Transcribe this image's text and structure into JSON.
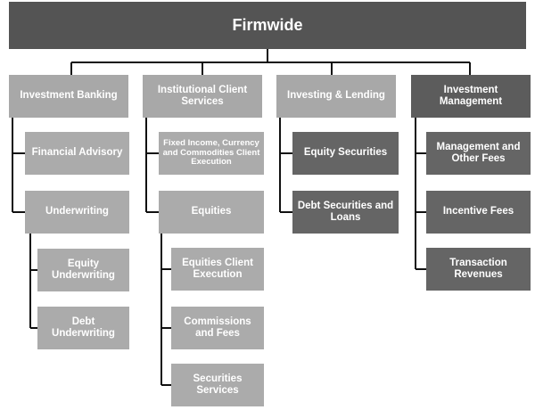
{
  "root": {
    "label": "Firmwide"
  },
  "divisions": [
    {
      "label": "Investment Banking",
      "children": [
        {
          "label": "Financial Advisory"
        },
        {
          "label": "Underwriting",
          "children": [
            {
              "label": "Equity Underwriting"
            },
            {
              "label": "Debt Underwriting"
            }
          ]
        }
      ]
    },
    {
      "label": "Institutional Client Services",
      "children": [
        {
          "label": "Fixed Income, Currency and Commodities Client Execution"
        },
        {
          "label": "Equities",
          "children": [
            {
              "label": "Equities Client Execution"
            },
            {
              "label": "Commissions and Fees"
            },
            {
              "label": "Securities Services"
            }
          ]
        }
      ]
    },
    {
      "label": "Investing & Lending",
      "children": [
        {
          "label": "Equity Securities"
        },
        {
          "label": "Debt Securities and Loans"
        }
      ]
    },
    {
      "label": "Investment Management",
      "children": [
        {
          "label": "Management and Other Fees"
        },
        {
          "label": "Incentive Fees"
        },
        {
          "label": "Transaction Revenues"
        }
      ]
    }
  ],
  "colors": {
    "root": "#545454",
    "light_box": "#ababab",
    "dark_box": "#656565",
    "connector": "#111111"
  }
}
